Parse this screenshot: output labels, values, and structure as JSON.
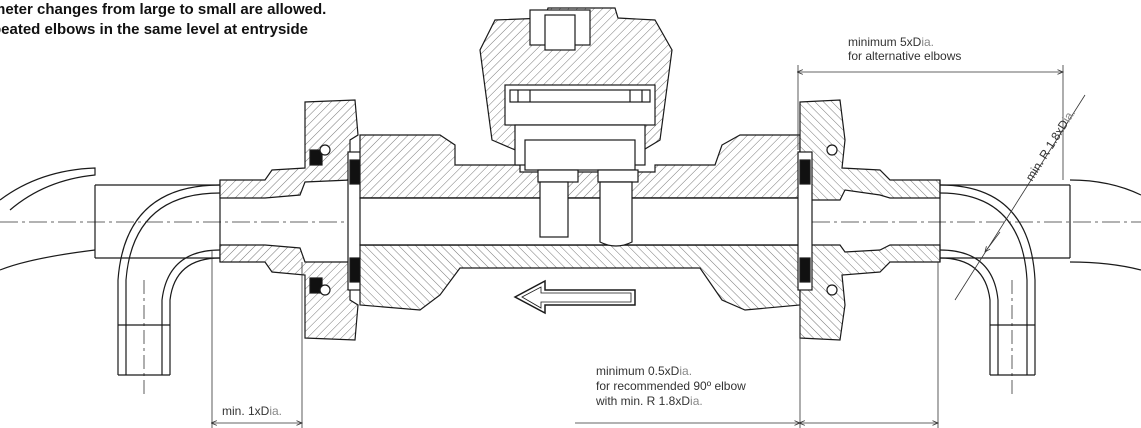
{
  "notes": {
    "line1": "meter changes from large to small are allowed.",
    "line2": "peated elbows in the same level at entryside"
  },
  "dimensions": {
    "top_right": {
      "line1_main": "minimum 5xD",
      "line1_sub": "ia.",
      "line2": "for alternative elbows"
    },
    "radius": {
      "prefix": "min. R 1.8xD",
      "sub": "ia."
    },
    "bottom_center": {
      "line1_main": "minimum 0.5xD",
      "line1_sub": "ia.",
      "line2": "for recommended 90º elbow",
      "line3_main": "with min. R 1.8xD",
      "line3_sub": "ia."
    },
    "bottom_left": {
      "main": "min.  1xD",
      "sub": "ia."
    }
  },
  "colors": {
    "line": "#1a1a1a",
    "hatch": "#555555",
    "body_fill": "#f2f2f2",
    "seal": "#111111"
  },
  "flow_direction": "left"
}
